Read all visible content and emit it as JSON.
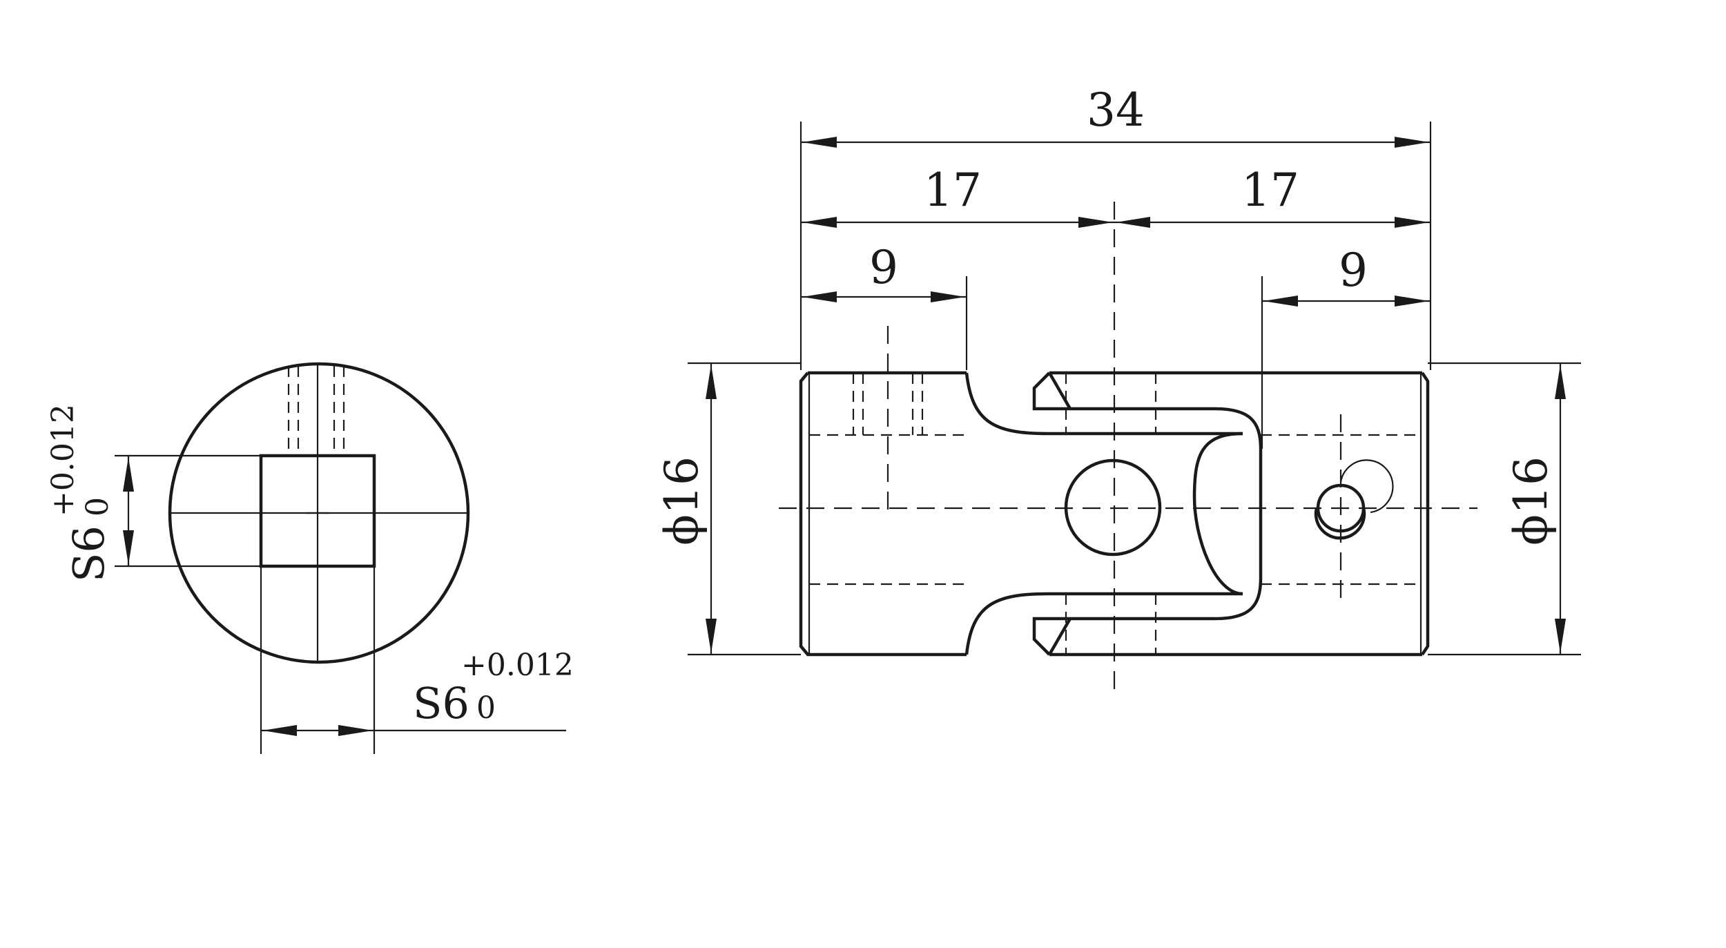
{
  "end_view": {
    "square_size": "S6",
    "tol_upper": "+0.012",
    "tol_lower": "0"
  },
  "side_view": {
    "overall_length": "34",
    "half_length_left": "17",
    "half_length_right": "17",
    "hub_left": "9",
    "hub_right": "9",
    "diameter_left": "ϕ16",
    "diameter_right": "ϕ16"
  }
}
